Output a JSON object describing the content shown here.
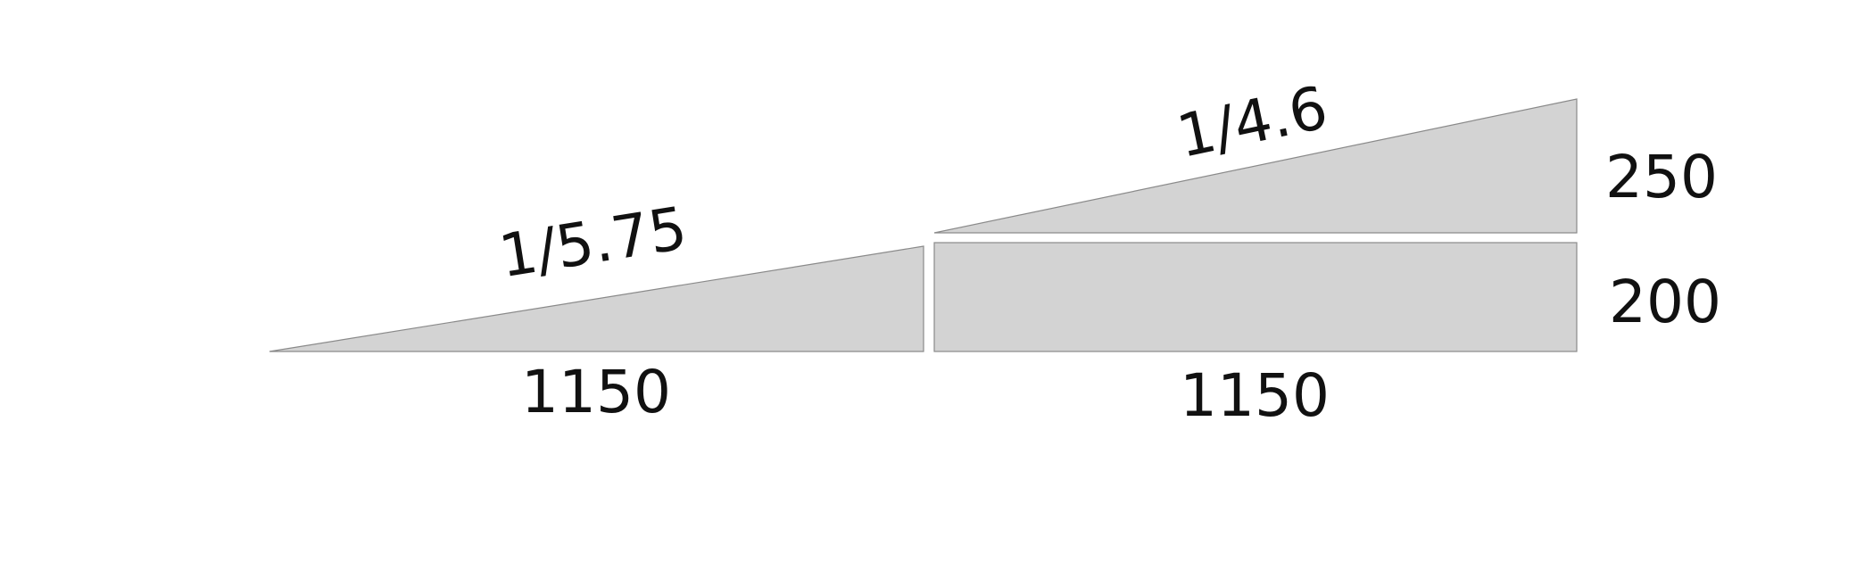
{
  "left_ramp": {
    "slope_label": "1/5.75",
    "length_label": "1150"
  },
  "right_ramp": {
    "slope_label": "1/4.6",
    "length_label": "1150",
    "upper_height_label": "250",
    "lower_height_label": "200"
  },
  "colors": {
    "fill": "#d3d3d3",
    "stroke": "#8a8a8a",
    "text": "#111111"
  }
}
